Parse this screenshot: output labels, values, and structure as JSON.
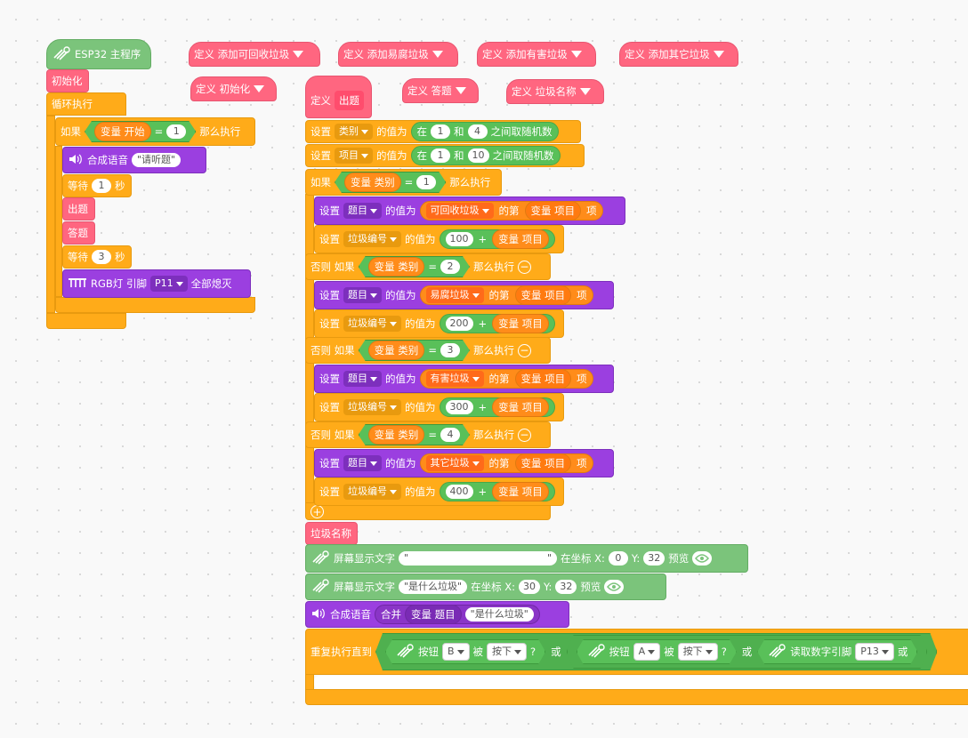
{
  "main_program": {
    "hat": "ESP32 主程序",
    "init_call": "初始化",
    "loop": "循环执行",
    "if_label": "如果",
    "var_label": "变量 开始",
    "eq": "=",
    "eq_val": "1",
    "then": "那么执行",
    "speak_label": "合成语音",
    "speak_text": "\"请听题\"",
    "wait_label": "等待",
    "wait1": "1",
    "sec": "秒",
    "call_q": "出题",
    "call_a": "答题",
    "wait3": "3",
    "rgb_label": "RGB灯 引脚",
    "rgb_pin": "P11",
    "rgb_action": "全部熄灭"
  },
  "defs": {
    "add_recyclable": "定义 添加可回收垃圾",
    "add_perishable": "定义 添加易腐垃圾",
    "add_hazardous": "定义 添加有害垃圾",
    "add_other": "定义 添加其它垃圾",
    "init": "定义 初始化",
    "answer": "定义 答题",
    "garbage_name": "定义 垃圾名称"
  },
  "question": {
    "define": "定义",
    "name": "出题",
    "set": "设置",
    "value_of": "的值为",
    "category_var": "类别",
    "item_var": "项目",
    "rand_in": "在",
    "rand_and": "和",
    "rand_tail": "之间取随机数",
    "cat_min": "1",
    "cat_max": "4",
    "item_min": "1",
    "item_max": "10",
    "if": "如果",
    "else_if": "否则 如果",
    "then": "那么执行",
    "var_category": "变量 类别",
    "var_item": "变量 项目",
    "eq": "=",
    "topic_var": "题目",
    "code_var": "垃圾编号",
    "nth": "的第",
    "item_suffix": "项",
    "plus": "+",
    "branches": [
      {
        "cond": "1",
        "list": "可回收垃圾",
        "base": "100"
      },
      {
        "cond": "2",
        "list": "易腐垃圾",
        "base": "200"
      },
      {
        "cond": "3",
        "list": "有害垃圾",
        "base": "300"
      },
      {
        "cond": "4",
        "list": "其它垃圾",
        "base": "400"
      }
    ],
    "call_garbage_name": "垃圾名称",
    "screen_text": "屏幕显示文字",
    "screen_at": "在坐标 X:",
    "screen_y": "Y:",
    "preview": "预览",
    "screen1_text": "\"",
    "screen1_text_end": "\"",
    "screen1_x": "0",
    "screen1_y": "32",
    "screen2_text": "\"是什么垃圾\"",
    "screen2_x": "30",
    "screen2_y": "32",
    "speak_label": "合成语音",
    "join": "合并",
    "var_topic": "变量 题目",
    "join_text": "\"是什么垃圾\"",
    "repeat_until": "重复执行直到",
    "button_label": "按钮",
    "btn_b": "B",
    "btn_a": "A",
    "pressed_label": "被",
    "pressed": "按下",
    "qmark": "?",
    "or": "或",
    "digital_read": "读取数字引脚",
    "pin_p13": "P13"
  },
  "colors": {
    "control": "#ffab19",
    "custom": "#ff6680",
    "data": "#ff8c1a",
    "operator": "#59c059",
    "sound": "#9b3fe0",
    "display": "#7bc47b"
  }
}
